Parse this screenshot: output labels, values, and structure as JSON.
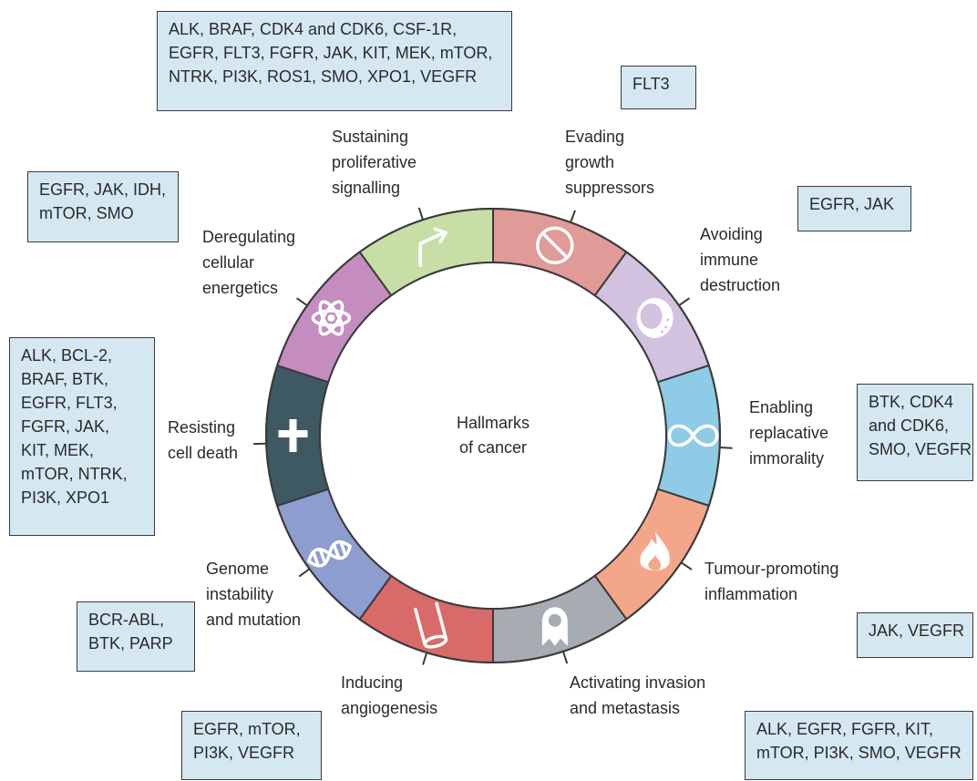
{
  "center": {
    "line1": "Hallmarks",
    "line2": "of cancer"
  },
  "hallmarks": [
    {
      "id": "proliferative",
      "label": [
        "Sustaining",
        "proliferative",
        "signalling"
      ],
      "color": "#c7dfa6",
      "icon": "arrow-icon",
      "targets": [
        "ALK, BRAF, CDK4 and CDK6, CSF-1R,",
        "EGFR, FLT3,  FGFR, JAK, KIT, MEK, mTOR,",
        "NTRK, PI3K, ROS1, SMO, XPO1, VEGFR"
      ]
    },
    {
      "id": "growth-suppressors",
      "label": [
        "Evading",
        "growth",
        "suppressors"
      ],
      "color": "#e09a98",
      "icon": "prohibition-icon",
      "targets": [
        "FLT3"
      ]
    },
    {
      "id": "immune",
      "label": [
        "Avoiding",
        "immune",
        "destruction"
      ],
      "color": "#d3c1e0",
      "icon": "immune-cell-icon",
      "targets": [
        "EGFR, JAK"
      ]
    },
    {
      "id": "immortality",
      "label": [
        "Enabling",
        "replacative",
        "immorality"
      ],
      "color": "#8fcbe6",
      "icon": "infinity-icon",
      "targets": [
        "BTK, CDK4",
        "and CDK6,",
        "SMO, VEGFR"
      ]
    },
    {
      "id": "inflammation",
      "label": [
        "Tumour-promoting",
        "inflammation"
      ],
      "color": "#f4a68a",
      "icon": "flame-icon",
      "targets": [
        "JAK, VEGFR"
      ]
    },
    {
      "id": "invasion",
      "label": [
        "Activating invasion",
        "and metastasis"
      ],
      "color": "#a7acb2",
      "icon": "ghost-cell-icon",
      "targets": [
        "ALK, EGFR, FGFR, KIT,",
        "mTOR, PI3K, SMO, VEGFR"
      ]
    },
    {
      "id": "angiogenesis",
      "label": [
        "Inducing",
        "angiogenesis"
      ],
      "color": "#d96a6a",
      "icon": "vessel-icon",
      "targets": [
        "EGFR, mTOR,",
        "PI3K, VEGFR"
      ]
    },
    {
      "id": "genome",
      "label": [
        "Genome",
        "instability",
        "and mutation"
      ],
      "color": "#8e9dcf",
      "icon": "dna-icon",
      "targets": [
        "BCR-ABL,",
        "BTK, PARP"
      ]
    },
    {
      "id": "cell-death",
      "label": [
        "Resisting",
        "cell death"
      ],
      "color": "#3f5963",
      "icon": "cross-icon",
      "targets": [
        "ALK, BCL-2,",
        "BRAF, BTK,",
        "EGFR, FLT3,",
        "FGFR, JAK,",
        "KIT, MEK,",
        "mTOR, NTRK,",
        "PI3K, XPO1"
      ]
    },
    {
      "id": "energetics",
      "label": [
        "Deregulating",
        "cellular",
        "energetics"
      ],
      "color": "#c48cbf",
      "icon": "atom-icon",
      "targets": [
        "EGFR, JAK, IDH,",
        "mTOR, SMO"
      ]
    }
  ]
}
